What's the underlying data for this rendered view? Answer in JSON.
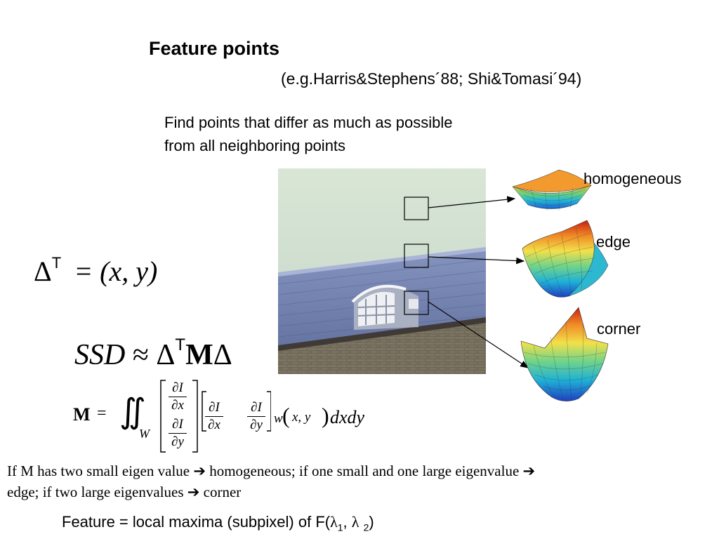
{
  "slide": {
    "title": "Feature points",
    "subtitle": "(e.g.Harris&Stephens´88; Shi&Tomasi´94)",
    "description_line1": "Find points that differ as much as possible",
    "description_line2": "from all neighboring points"
  },
  "labels": {
    "homogeneous": "homogeneous",
    "edge": "edge",
    "corner": "corner"
  },
  "equations": {
    "delta_sym": "Δ",
    "T": "T",
    "eq_rhs": "= (x, y)",
    "ssd": "SSD",
    "approx": " ≈ ",
    "M": "M",
    "equals": "=",
    "integral": "∬",
    "W": "W",
    "dI": "∂I",
    "dx": "∂x",
    "dy": "∂y",
    "w": "w",
    "xy": "x, y",
    "dxdy": "dxdy"
  },
  "bottom": {
    "part1": "If M has two small eigen value ",
    "part2": " homogeneous; if one small and one large eigenvalue ",
    "part3": "edge; if two large eigenvalues ",
    "part4": " corner",
    "arrow": "➔",
    "feature_text": "Feature = local maxima (subpixel) of F(",
    "lambda": "λ",
    "sub1": "1",
    "comma": ", ",
    "sub2": "2",
    "close": ")"
  }
}
